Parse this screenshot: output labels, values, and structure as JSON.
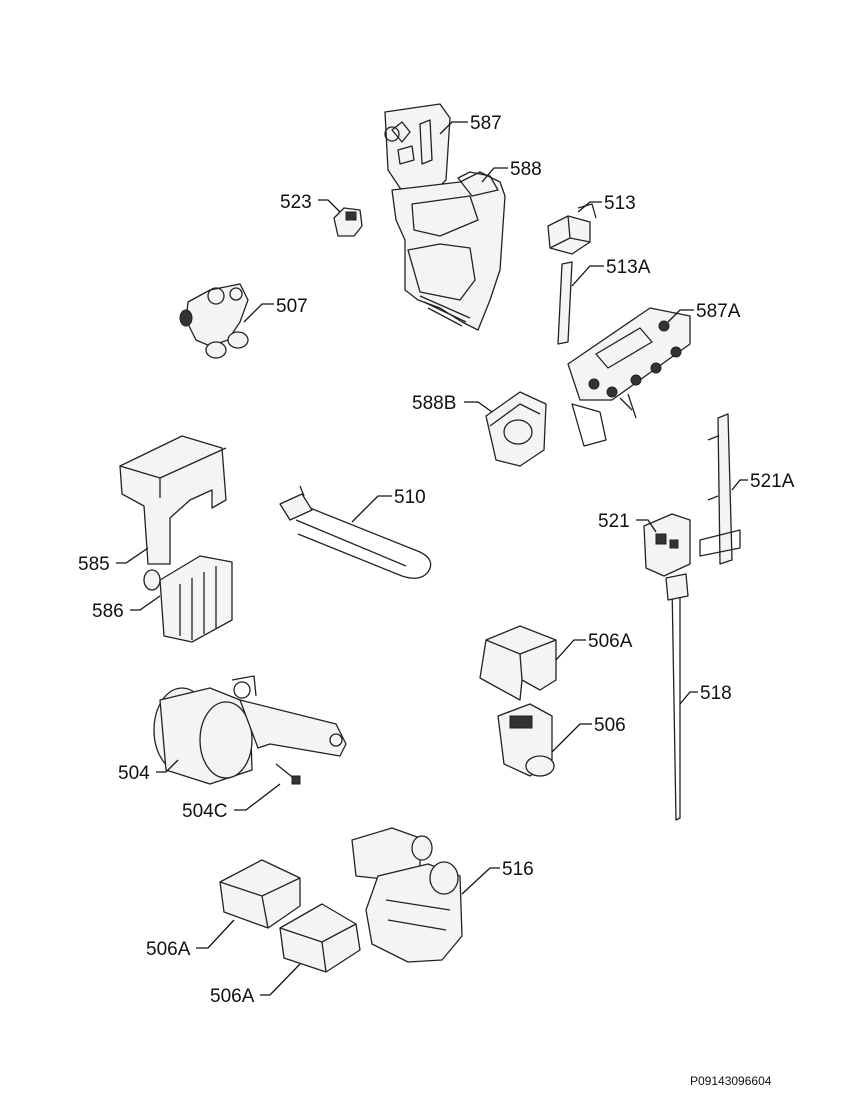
{
  "document_id": "P09143096604",
  "callouts": {
    "c587": "587",
    "c588": "588",
    "c523": "523",
    "c513": "513",
    "c513a": "513A",
    "c507": "507",
    "c587a": "587A",
    "c588b": "588B",
    "c510": "510",
    "c521a": "521A",
    "c521": "521",
    "c585": "585",
    "c586": "586",
    "c506a_top": "506A",
    "c518": "518",
    "c506": "506",
    "c504": "504",
    "c504c": "504C",
    "c516": "516",
    "c506a_mid": "506A",
    "c506a_bot": "506A"
  }
}
